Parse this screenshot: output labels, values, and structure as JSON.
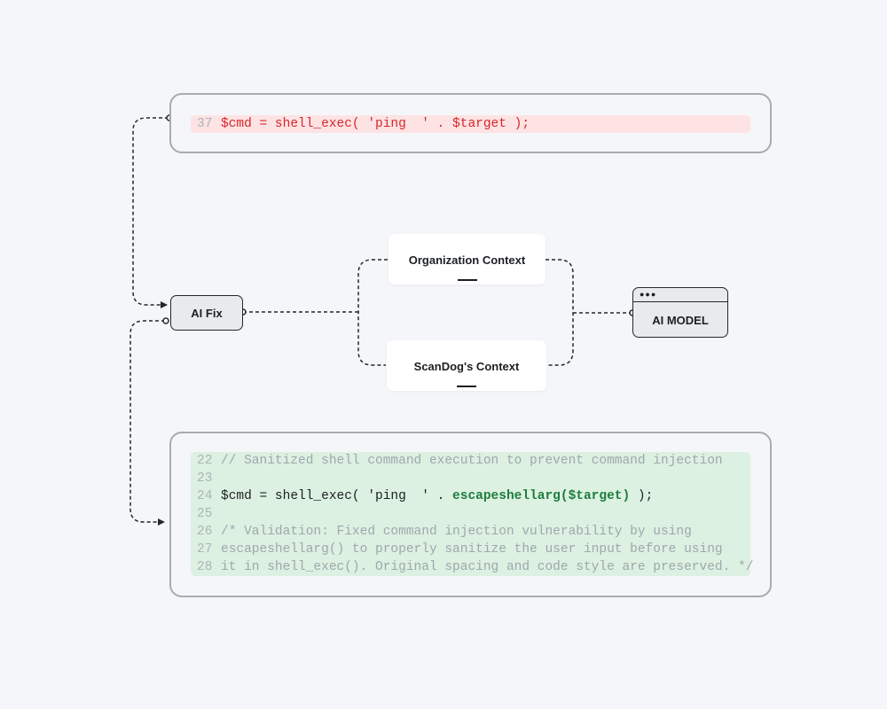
{
  "original_code": {
    "lines": [
      {
        "num": "37",
        "text": "$cmd = shell_exec( 'ping  ' . $target );"
      }
    ]
  },
  "fixed_code": {
    "lines": [
      {
        "num": "22",
        "text": "// Sanitized shell command execution to prevent command injection",
        "style": "comment"
      },
      {
        "num": "23",
        "text": "",
        "style": "plain"
      },
      {
        "num": "24",
        "pre": "$cmd = shell_exec( 'ping  ' . ",
        "highlight": "escapeshellarg($target)",
        "post": " );",
        "style": "plain"
      },
      {
        "num": "25",
        "text": "",
        "style": "plain"
      },
      {
        "num": "26",
        "text": "/* Validation: Fixed command injection vulnerability by using",
        "style": "comment"
      },
      {
        "num": "27",
        "text": "escapeshellarg() to properly sanitize the user input before using",
        "style": "comment"
      },
      {
        "num": "28",
        "text": "it in shell_exec(). Original spacing and code style are preserved. */",
        "style": "comment"
      }
    ]
  },
  "nodes": {
    "ai_fix": "AI Fix",
    "ai_model": "AI MODEL",
    "ai_model_dots": "●●●",
    "org_context": "Organization Context",
    "scandog_context": "ScanDog's Context"
  },
  "colors": {
    "removed_line_bg": "#fde3e3",
    "removed_line_text": "#d8262c",
    "added_block_bg": "#dcf1e1",
    "highlight_text": "#1e7d3e",
    "node_bg": "#e9eaee",
    "page_bg": "#f5f6f9"
  }
}
